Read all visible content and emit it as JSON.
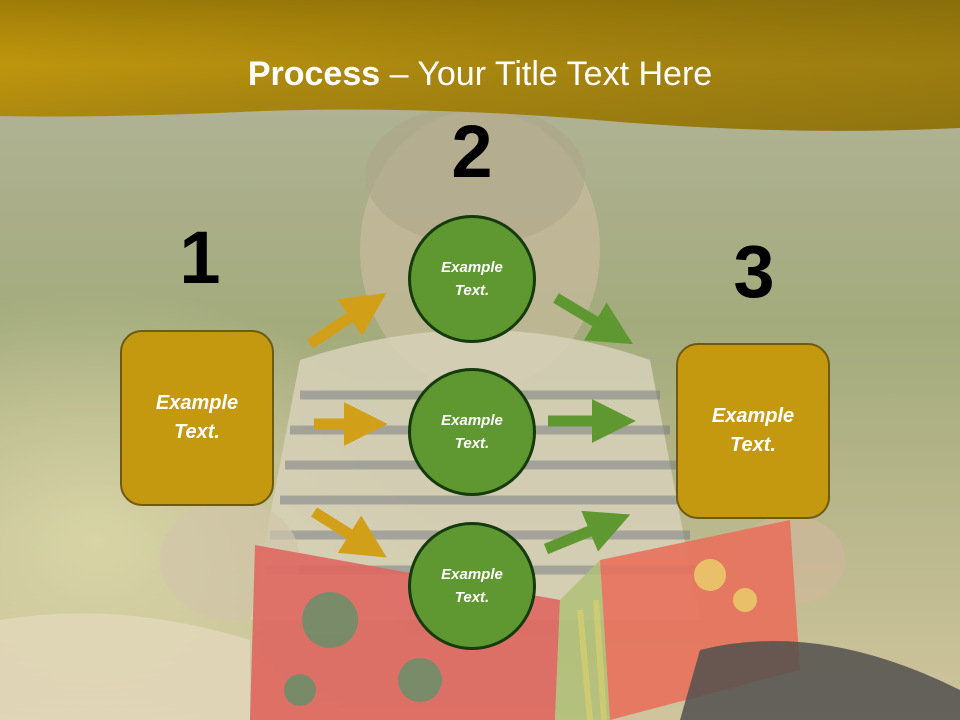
{
  "slide": {
    "title_bold": "Process",
    "title_rest": " – Your Title Text Here"
  },
  "steps": {
    "num1": "1",
    "num2": "2",
    "num3": "3"
  },
  "boxes": {
    "left": "Example Text.",
    "right": "Example Text."
  },
  "circles": {
    "top": "Example Text.",
    "middle": "Example Text.",
    "bottom": "Example Text."
  },
  "colors": {
    "header": "#b8920c",
    "box_fill": "#c4990f",
    "circle_fill": "#5f9730",
    "arrow_gold": "#d2a018",
    "arrow_green": "#5f9730"
  },
  "background_image": "child-reading-book-photo"
}
